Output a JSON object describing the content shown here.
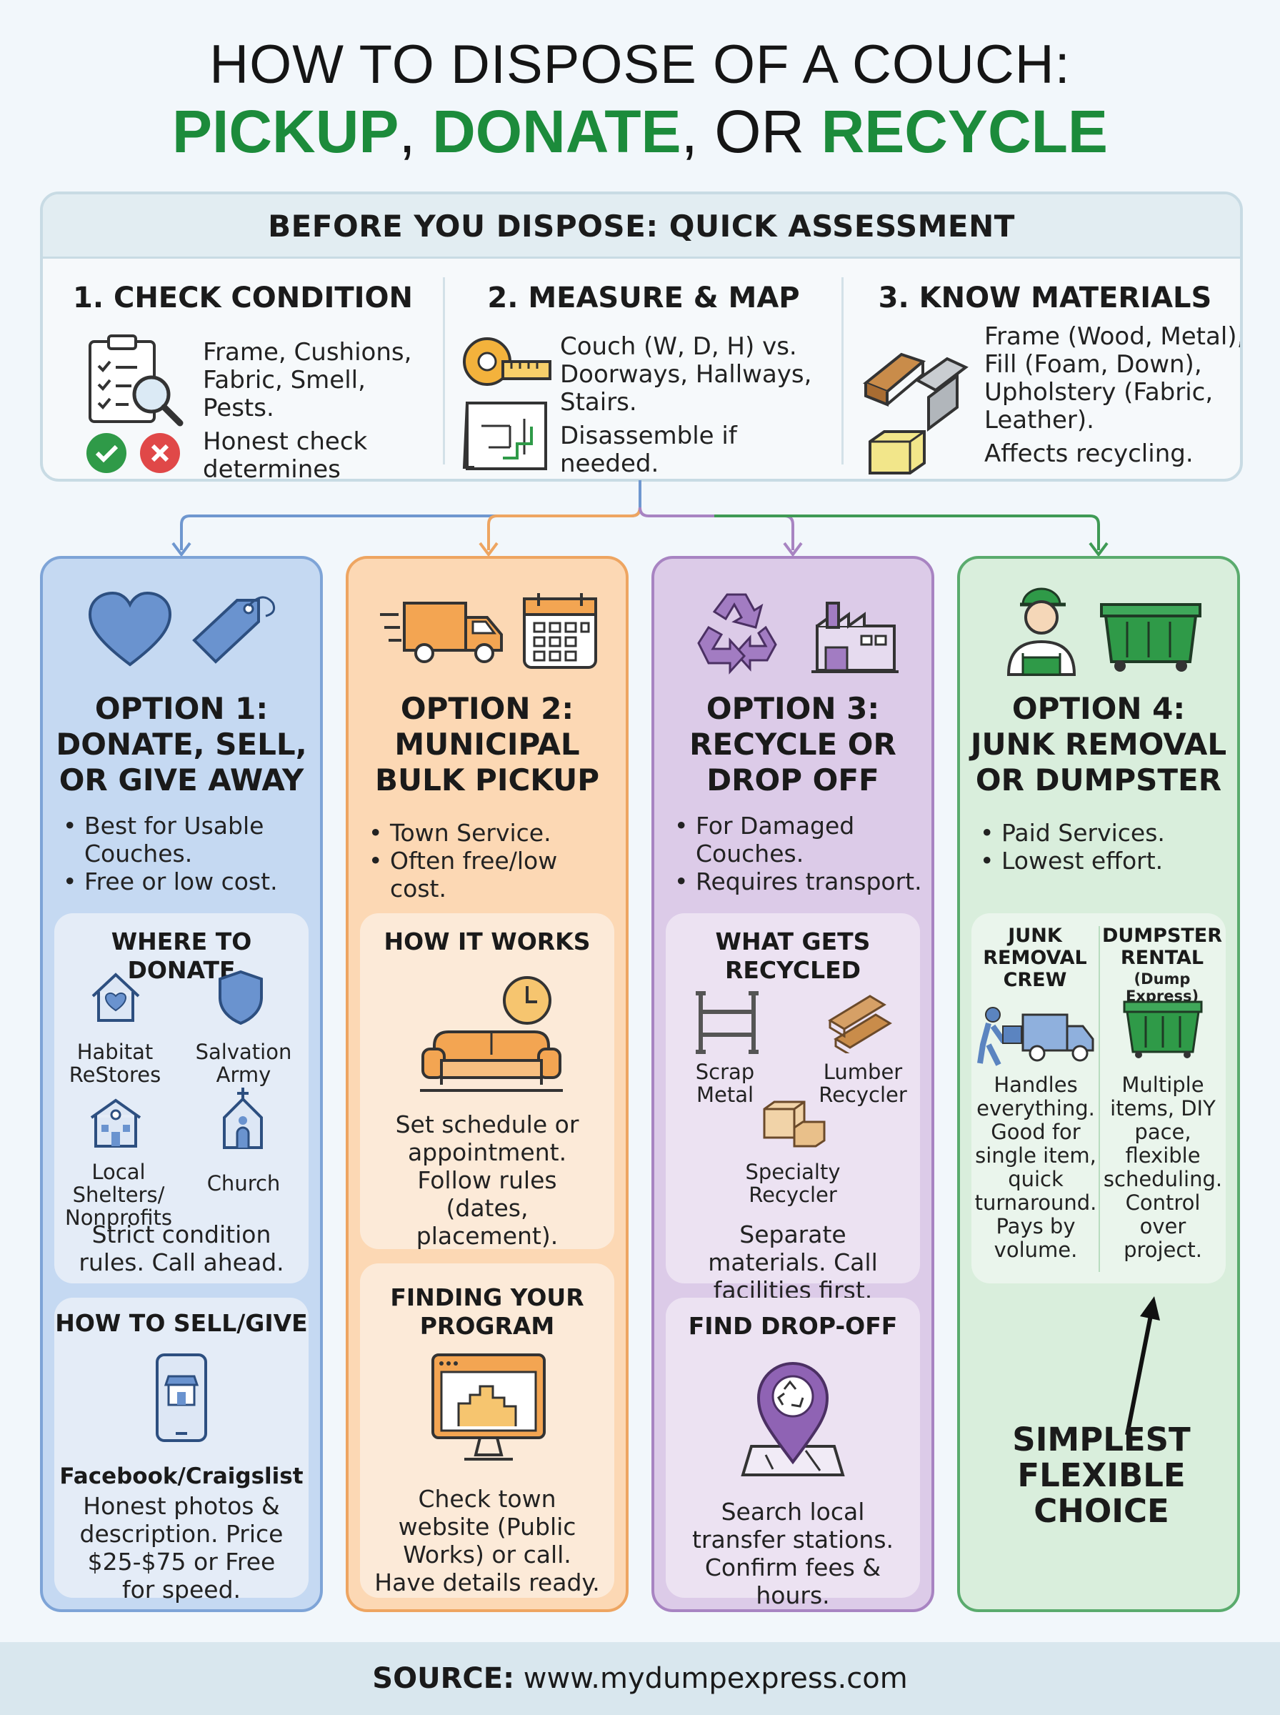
{
  "title": {
    "line1": "HOW TO DISPOSE OF A COUCH:",
    "word1": "PICKUP",
    "sep1": ", ",
    "word2": "DONATE",
    "sep2": ", OR ",
    "word3": "RECYCLE"
  },
  "assessment": {
    "heading": "BEFORE YOU DISPOSE: QUICK ASSESSMENT",
    "steps": [
      {
        "title": "1. CHECK CONDITION",
        "lines": [
          "Frame, Cushions, Fabric, Smell, Pests.",
          "Honest check determines options."
        ]
      },
      {
        "title": "2. MEASURE & MAP",
        "lines": [
          "Couch (W, D, H) vs. Doorways, Hallways, Stairs.",
          "Disassemble if needed."
        ]
      },
      {
        "title": "3. KNOW MATERIALS",
        "lines": [
          "Frame (Wood, Metal), Fill (Foam, Down), Upholstery (Fabric, Leather).",
          "Affects recycling."
        ]
      }
    ]
  },
  "options": [
    {
      "title": [
        "OPTION 1:",
        "DONATE, SELL,",
        "OR GIVE AWAY"
      ],
      "bullets": [
        "Best for Usable Couches.",
        "Free or low cost."
      ],
      "card1": {
        "heading": "WHERE TO DONATE",
        "places": [
          "Habitat ReStores",
          "Salvation Army",
          "Local Shelters/ Nonprofits",
          "Church"
        ],
        "body": "Strict condition rules. Call ahead."
      },
      "card2": {
        "heading": "HOW TO SELL/GIVE",
        "subheading": "Facebook/Craigslist",
        "body": "Honest photos & description. Price $25-$75 or Free for speed."
      }
    },
    {
      "title": [
        "OPTION 2:",
        "MUNICIPAL",
        "BULK PICKUP"
      ],
      "bullets": [
        "Town Service.",
        "Often free/low cost."
      ],
      "card1": {
        "heading": "HOW IT WORKS",
        "body": "Set schedule or appointment. Follow rules (dates, placement)."
      },
      "card2": {
        "heading": "FINDING YOUR PROGRAM",
        "body": "Check town website (Public Works) or call. Have details ready."
      }
    },
    {
      "title": [
        "OPTION 3:",
        "RECYCLE OR",
        "DROP OFF"
      ],
      "bullets": [
        "For Damaged Couches.",
        "Requires transport."
      ],
      "card1": {
        "heading": "WHAT GETS RECYCLED",
        "items": [
          "Scrap Metal",
          "Lumber Recycler",
          "Specialty Recycler"
        ],
        "body": "Separate materials. Call facilities first."
      },
      "card2": {
        "heading": "FIND DROP-OFF",
        "body": "Search local transfer stations. Confirm fees & hours."
      }
    },
    {
      "title": [
        "OPTION 4:",
        "JUNK REMOVAL",
        "OR DUMPSTER"
      ],
      "bullets": [
        "Paid Services.",
        "Lowest effort."
      ],
      "card1": {
        "left_heading": "JUNK REMOVAL CREW",
        "left_body": "Handles everything. Good for single item, quick turnaround. Pays by volume.",
        "right_heading": "DUMPSTER RENTAL",
        "right_sub": "(Dump Express)",
        "right_body": "Multiple items, DIY pace, flexible scheduling. Control over project."
      },
      "callout": "SIMPLEST FLEXIBLE CHOICE"
    }
  ],
  "footer": {
    "label": "SOURCE:",
    "url": "www.mydumpexpress.com"
  },
  "colors": {
    "green": "#1c8b3b",
    "blue": "#7ea4d7",
    "orange": "#eea561",
    "purple": "#a884c2",
    "green_col": "#5aab6d"
  }
}
